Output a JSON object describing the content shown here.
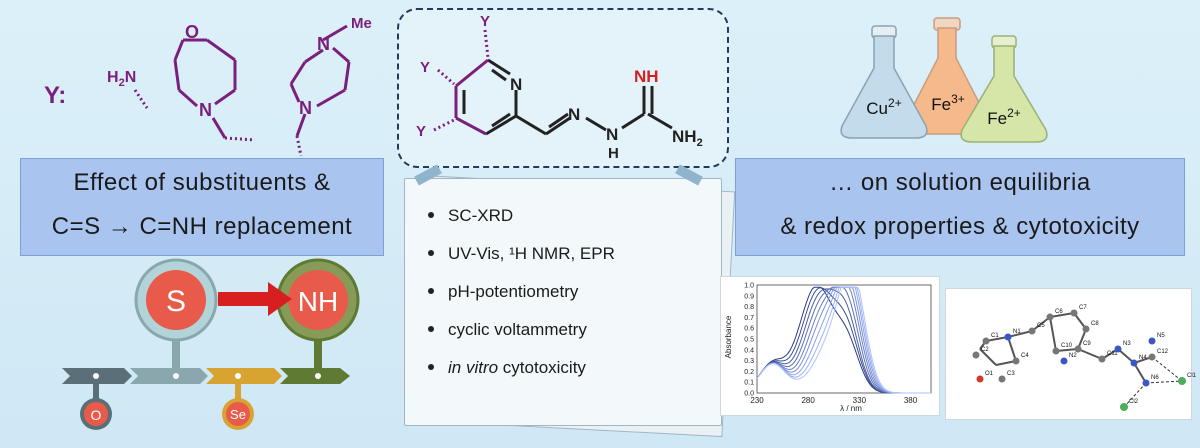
{
  "left": {
    "y_label": "Y:",
    "amine_label": "H2N",
    "methyl_label": "Me",
    "box_line1": "Effect of substituents &",
    "box_line2": "C=S → C=NH replacement",
    "circle_s": "S",
    "circle_nh": "NH",
    "circle_o": "O",
    "circle_se": "Se"
  },
  "center": {
    "y1": "Y",
    "y2": "Y",
    "y3": "Y",
    "ring_n": "N",
    "hydrazone_n": "N",
    "nh_label": "N",
    "h_label": "H",
    "imine_nh": "NH",
    "amine_nh2": "NH2",
    "bullets": [
      "SC-XRD",
      "UV-Vis, ¹H NMR, EPR",
      "pH-potentiometry",
      "cyclic voltammetry",
      "in vitro cytotoxicity"
    ],
    "bullet_italic": "in vitro",
    "bullet_tail": " cytotoxicity"
  },
  "right": {
    "flask1": "Cu2+",
    "flask2": "Fe3+",
    "flask3": "Fe2+",
    "box_line1": "… on solution equilibria",
    "box_line2": "& redox properties & cytotoxicity"
  },
  "chart_data": {
    "type": "line",
    "xlabel": "λ / nm",
    "ylabel": "Absorbance",
    "xlim": [
      230,
      400
    ],
    "ylim": [
      0,
      1.0
    ],
    "x_ticks": [
      "230",
      "280",
      "330",
      "380"
    ],
    "y_ticks": [
      "0.0",
      "0.1",
      "0.2",
      "0.3",
      "0.4",
      "0.5",
      "0.6",
      "0.7",
      "0.8",
      "0.9",
      "1.0"
    ],
    "series": [
      {
        "peak1": 288,
        "h1": 0.94,
        "peak2": 318,
        "h2": 0.42
      },
      {
        "peak1": 290,
        "h1": 0.9,
        "peak2": 318,
        "h2": 0.5
      },
      {
        "peak1": 292,
        "h1": 0.85,
        "peak2": 318,
        "h2": 0.58
      },
      {
        "peak1": 294,
        "h1": 0.8,
        "peak2": 319,
        "h2": 0.66
      },
      {
        "peak1": 296,
        "h1": 0.74,
        "peak2": 320,
        "h2": 0.74
      },
      {
        "peak1": 298,
        "h1": 0.68,
        "peak2": 321,
        "h2": 0.8
      },
      {
        "peak1": 300,
        "h1": 0.6,
        "peak2": 322,
        "h2": 0.86
      },
      {
        "peak1": 302,
        "h1": 0.52,
        "peak2": 323,
        "h2": 0.9
      },
      {
        "peak1": 304,
        "h1": 0.45,
        "peak2": 324,
        "h2": 0.94
      }
    ]
  },
  "crystal": {
    "atoms": [
      "C1",
      "C2",
      "O1",
      "C3",
      "C4",
      "N1",
      "C5",
      "C6",
      "C7",
      "C8",
      "C9",
      "C10",
      "N2",
      "C11",
      "N3",
      "N4",
      "C12",
      "N5",
      "N6",
      "Cl1",
      "Cl2"
    ]
  },
  "colors": {
    "purple": "#7b1f7d",
    "red": "#d62020",
    "box_blue": "#a9c4ee",
    "s_circle": "#e85b4a",
    "nh_circle": "#5f7a32"
  }
}
